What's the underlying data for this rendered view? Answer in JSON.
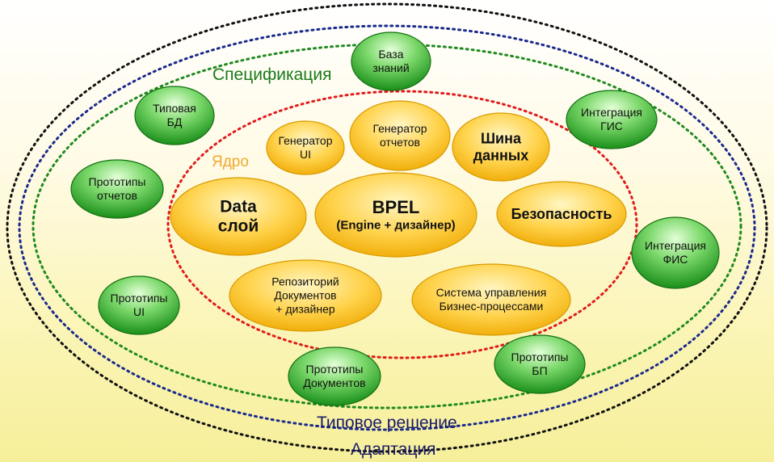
{
  "rings": {
    "adaptation": {
      "label": "Адаптация",
      "stroke": "#111111"
    },
    "typical_solution": {
      "label": "Типовое решение",
      "stroke": "#1a2a8c"
    },
    "specification": {
      "label": "Спецификация",
      "stroke": "#1f8a1f"
    },
    "core": {
      "label": "Ядро",
      "stroke": "#e01b1b"
    }
  },
  "core_nodes": [
    {
      "id": "data-layer",
      "lines": [
        "Data",
        "слой"
      ],
      "style": "big"
    },
    {
      "id": "bpel",
      "lines": [
        "BPEL",
        "(Engine + дизайнер)"
      ],
      "style": "bpel"
    },
    {
      "id": "security",
      "lines": [
        "Безопасность"
      ],
      "style": "big"
    },
    {
      "id": "generator-ui",
      "lines": [
        "Генератор",
        "UI"
      ],
      "style": "small"
    },
    {
      "id": "generator-reports",
      "lines": [
        "Генератор",
        "отчетов"
      ],
      "style": "small"
    },
    {
      "id": "data-bus",
      "lines": [
        "Шина",
        "данных"
      ],
      "style": "big"
    },
    {
      "id": "doc-repository",
      "lines": [
        "Репозиторий",
        "Документов",
        "+ дизайнер"
      ],
      "style": "small"
    },
    {
      "id": "bpm-system",
      "lines": [
        "Система управления",
        "Бизнес-процессами"
      ],
      "style": "small"
    }
  ],
  "outer_nodes": [
    {
      "id": "knowledge-base",
      "lines": [
        "База",
        "знаний"
      ]
    },
    {
      "id": "typical-db",
      "lines": [
        "Типовая",
        "БД"
      ]
    },
    {
      "id": "report-prototypes",
      "lines": [
        "Прототипы",
        "отчетов"
      ]
    },
    {
      "id": "ui-prototypes",
      "lines": [
        "Прототипы",
        "UI"
      ]
    },
    {
      "id": "doc-prototypes",
      "lines": [
        "Прототипы",
        "Документов"
      ]
    },
    {
      "id": "bp-prototypes",
      "lines": [
        "Прототипы",
        "БП"
      ]
    },
    {
      "id": "gis-integration",
      "lines": [
        "Интеграция",
        "ГИС"
      ]
    },
    {
      "id": "fis-integration",
      "lines": [
        "Интеграция",
        "ФИС"
      ]
    }
  ],
  "colors": {
    "core_fill_light": "#fff3b0",
    "core_fill_dark": "#f5b400",
    "core_stroke": "#d99a00",
    "outer_fill_light": "#c9f5b8",
    "outer_fill_dark": "#1f9a1f",
    "outer_stroke": "#137013",
    "core_label": "#f0a830",
    "spec_label": "#1a7a1a",
    "typical_label": "#1a1a7a",
    "adapt_label": "#1a1a7a"
  }
}
